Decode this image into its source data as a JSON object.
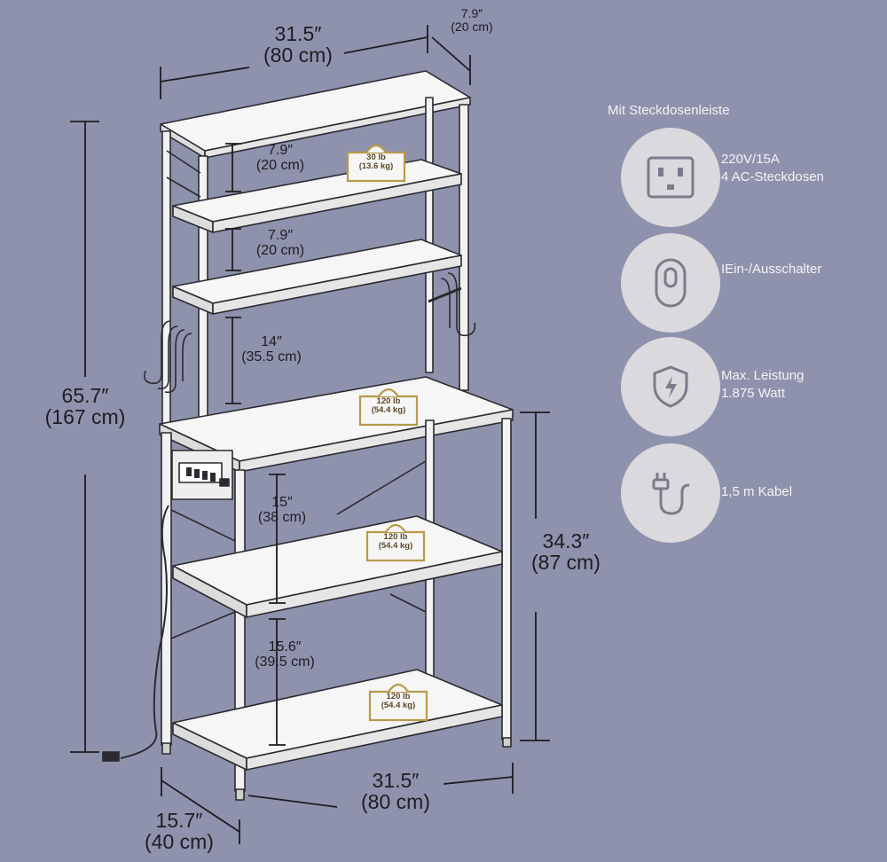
{
  "dimensions": {
    "top_width": {
      "in": "31.5″",
      "cm": "(80 cm)"
    },
    "top_depth": {
      "in": "7.9″",
      "cm": "(20 cm)"
    },
    "total_height": {
      "in": "65.7″",
      "cm": "(167 cm)"
    },
    "base_height": {
      "in": "34.3″",
      "cm": "(87 cm)"
    },
    "bottom_width": {
      "in": "31.5″",
      "cm": "(80 cm)"
    },
    "bottom_depth": {
      "in": "15.7″",
      "cm": "(40 cm)"
    },
    "gap1": {
      "in": "7.9″",
      "cm": "(20 cm)"
    },
    "gap2": {
      "in": "7.9″",
      "cm": "(20 cm)"
    },
    "gap3": {
      "in": "14″",
      "cm": "(35.5 cm)"
    },
    "gap4": {
      "in": "15″",
      "cm": "(38 cm)"
    },
    "gap5": {
      "in": "15.6″",
      "cm": "(39.5 cm)"
    }
  },
  "loads": [
    {
      "lb": "30 lb",
      "kg": "(13.6 kg)"
    },
    {
      "lb": "120 lb",
      "kg": "(54.4 kg)"
    },
    {
      "lb": "120 lb",
      "kg": "(54.4 kg)"
    },
    {
      "lb": "120 lb",
      "kg": "(54.4 kg)"
    }
  ],
  "panel": {
    "title": "Mit Steckdosenleiste",
    "features": [
      {
        "icon": "socket-icon",
        "lines": [
          "220V/15A",
          "4 AC-Steckdosen"
        ]
      },
      {
        "icon": "switch-icon",
        "lines": [
          "IEin-/Ausschalter"
        ]
      },
      {
        "icon": "shield-bolt-icon",
        "lines": [
          "Max. Leistung",
          "1.875 Watt"
        ]
      },
      {
        "icon": "plug-cable-icon",
        "lines": [
          "1,5 m Kabel"
        ]
      }
    ]
  },
  "colors": {
    "background": "#8f92ac",
    "circle": "#d9d9de",
    "badge": "#b89a4a",
    "line": "#1d1d22"
  }
}
